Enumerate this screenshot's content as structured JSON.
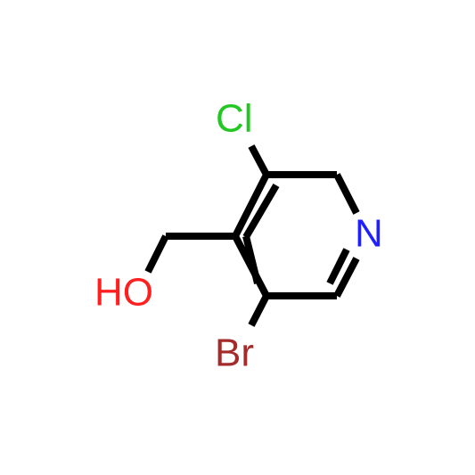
{
  "molecule": {
    "atoms": {
      "cl": {
        "label": "Cl",
        "color": "#22c722"
      },
      "n": {
        "label": "N",
        "color": "#1f1fff"
      },
      "oh": {
        "label": "HO",
        "color": "#ff1f1f"
      },
      "br": {
        "label": "Br",
        "color": "#a52a2a"
      }
    },
    "bond_color": "#000000"
  }
}
